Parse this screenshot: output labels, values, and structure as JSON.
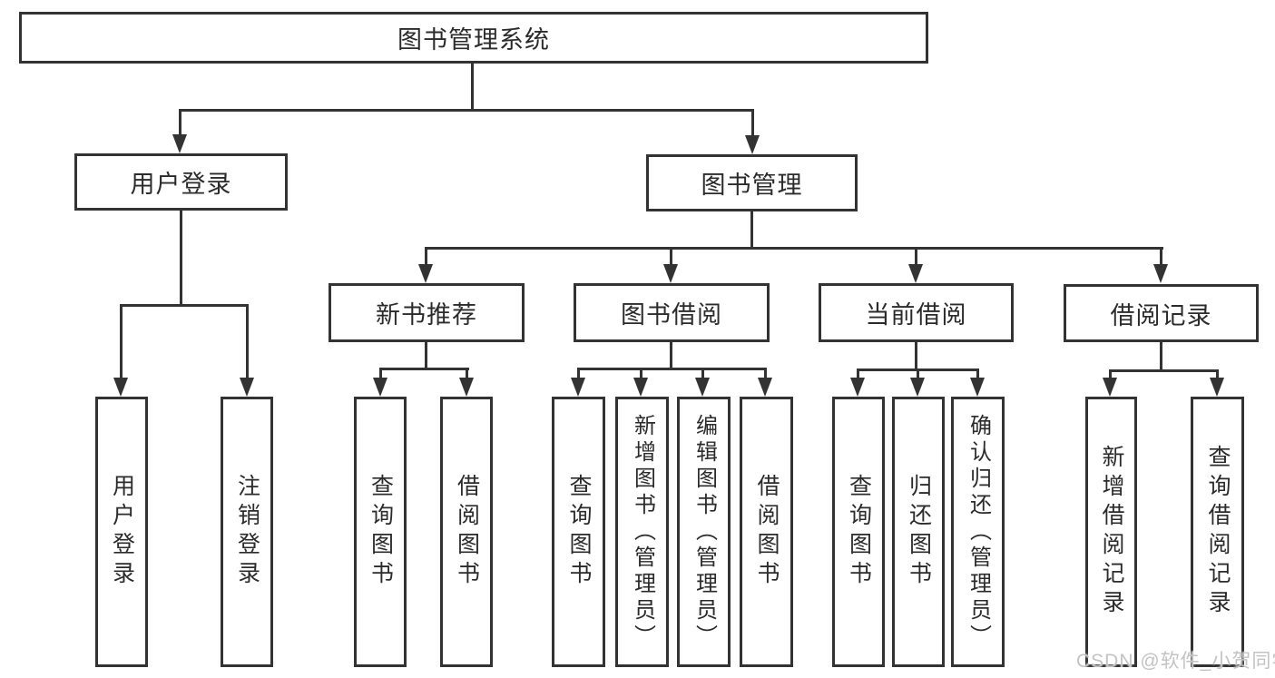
{
  "tree": {
    "label": "图书管理系统",
    "children": [
      {
        "label": "用户登录",
        "children": [
          {
            "label": "用户登录"
          },
          {
            "label": "注销登录"
          }
        ]
      },
      {
        "label": "图书管理",
        "children": [
          {
            "label": "新书推荐",
            "children": [
              {
                "label": "查询图书"
              },
              {
                "label": "借阅图书"
              }
            ]
          },
          {
            "label": "图书借阅",
            "children": [
              {
                "label": "查询图书"
              },
              {
                "label": "新增图书（管理员）"
              },
              {
                "label": "编辑图书（管理员）"
              },
              {
                "label": "借阅图书"
              }
            ]
          },
          {
            "label": "当前借阅",
            "children": [
              {
                "label": "查询图书"
              },
              {
                "label": "归还图书"
              },
              {
                "label": "确认归还（管理员）"
              }
            ]
          },
          {
            "label": "借阅记录",
            "children": [
              {
                "label": "新增借阅记录"
              },
              {
                "label": "查询借阅记录"
              }
            ]
          }
        ]
      }
    ]
  },
  "watermark": {
    "text": "CSDN @软件_小贺同学"
  },
  "colors": {
    "line": "#333333",
    "text": "#2b2b2b",
    "watermark": "#c3c3c3",
    "box-bg": "#ffffff",
    "bg": "#ffffff"
  }
}
